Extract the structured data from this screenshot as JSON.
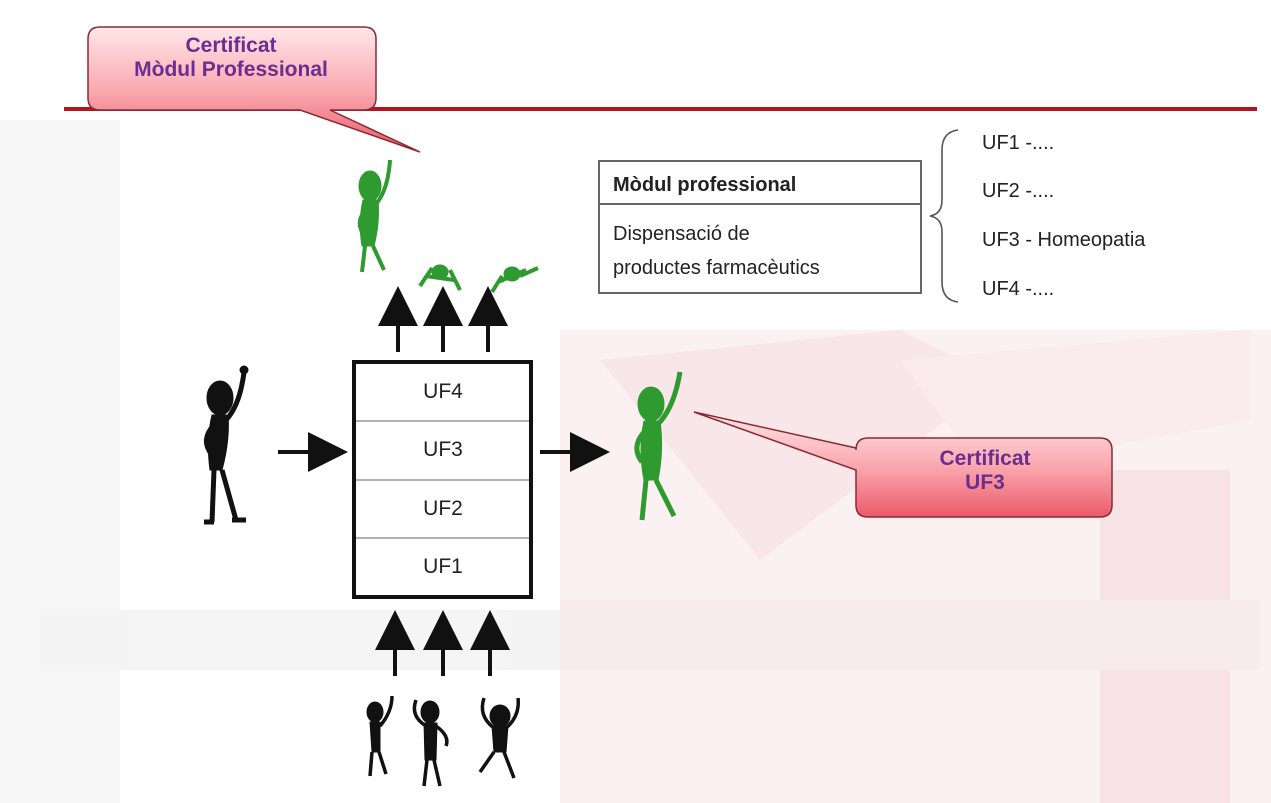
{
  "callouts": {
    "module_certificate": {
      "line1": "Certificat",
      "line2": "Mòdul Professional"
    },
    "uf3_certificate": {
      "line1": "Certificat",
      "line2": "UF3"
    }
  },
  "stack": {
    "units": [
      "UF4",
      "UF3",
      "UF2",
      "UF1"
    ]
  },
  "module_table": {
    "header": "Mòdul professional",
    "body_line1": "Dispensació de",
    "body_line2": "productes farmacèutics"
  },
  "unit_list": [
    "UF1 -....",
    "UF2 -....",
    "UF3 - Homeopatia",
    "UF4 -...."
  ],
  "colors": {
    "accent_line": "#b0171f",
    "callout_fill_top": "#ffe3e6",
    "callout_fill_bottom": "#f0606d",
    "callout_text": "#6b2d8f",
    "figure_green": "#2f9a2f",
    "figure_black": "#111111",
    "watermark": "#f5dadd"
  }
}
